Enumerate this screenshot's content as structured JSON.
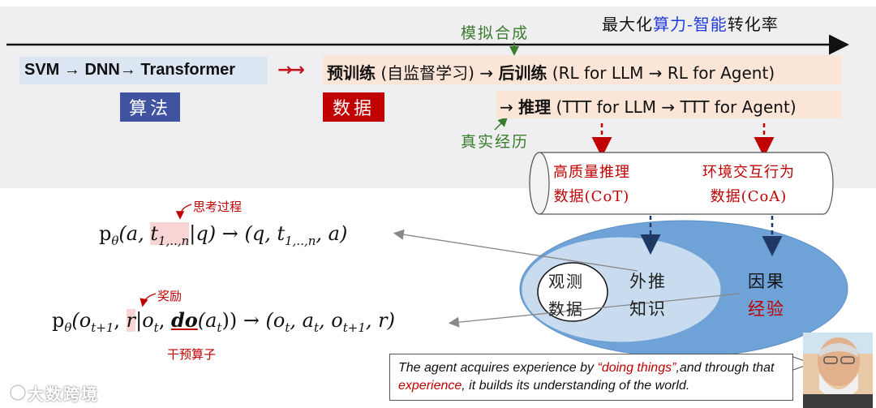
{
  "title": {
    "prefix": "最大化",
    "compute": "算力",
    "dash": "-",
    "intel": "智能",
    "suffix": "转化率"
  },
  "algo": {
    "text": "SVM → DNN→ Transformer",
    "tag": "算法"
  },
  "arrow_text": "→→",
  "data": {
    "pretrain": "预训练",
    "pretrain_note": " (自监督学习) → ",
    "posttrain": "后训练",
    "posttrain_note": " (RL for LLM → RL for Agent)",
    "tag": "数据"
  },
  "inference": {
    "arrow": "→ ",
    "label": "推理",
    "note": " (TTT for LLM → TTT for Agent)"
  },
  "synth_label": "模拟合成",
  "real_label": "真实经历",
  "cylinder": {
    "left_line1": "高质量推理",
    "left_line2": "数据(CoT)",
    "right_line1": "环境交互行为",
    "right_line2": "数据(CoA)"
  },
  "ellipse": {
    "observe_line1": "观测",
    "observe_line2": "数据",
    "extrap_line1": "外推",
    "extrap_line2": "知识",
    "causal_line1": "因果",
    "causal_line2": "经验"
  },
  "formula1": {
    "p": "p",
    "theta": "θ",
    "open": "(a, ",
    "t": "t",
    "tsub": "1,..,n",
    "given": "|q)",
    "arrow": " → (q, ",
    "t2": "t",
    "t2sub": "1,..,n",
    "close": ", a)"
  },
  "formula2": {
    "p": "p",
    "theta": "θ",
    "open": "(o",
    "osub": "t+1",
    "comma": ", ",
    "r": "r",
    "given": "|o",
    "gsub": "t",
    "comma2": ", ",
    "do": "do",
    "a": "(a",
    "asub": "t",
    "close1": "))",
    "arrow": " → (o",
    "s1": "t",
    "c1": ", a",
    "s2": "t",
    "c2": ", o",
    "s3": "t+1",
    "close2": ", r)"
  },
  "notes": {
    "think": "思考过程",
    "reward": "奖励",
    "operator": "干预算子"
  },
  "quote": {
    "p1": "The agent acquires experience by ",
    "p2": "“doing things”",
    "p3": ",and through that ",
    "p4": "experience",
    "p5": ", it builds its understanding of the world."
  },
  "watermark": "大数跨境",
  "colors": {
    "red": "#c00000",
    "blue": "#3f53a1",
    "green": "#3a7d2c",
    "peach": "#fbe5d6",
    "lightblue": "#dce6f2",
    "ellipse": "#5b9bd5"
  }
}
